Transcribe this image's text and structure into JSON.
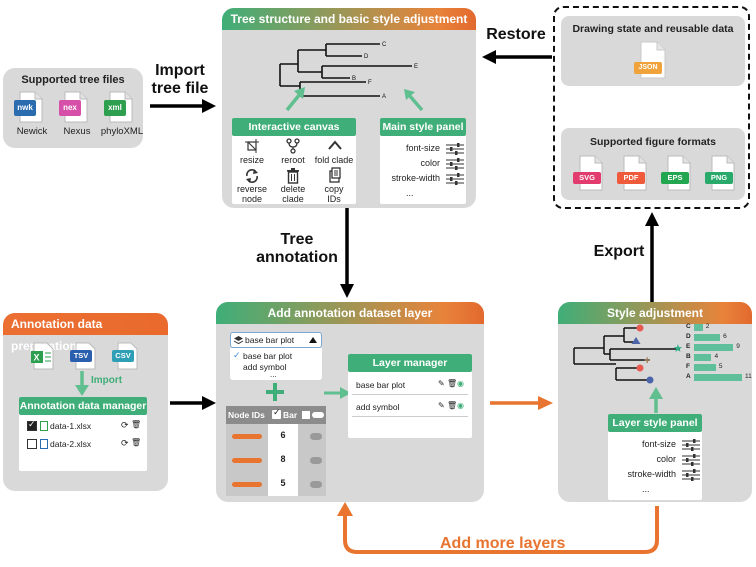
{
  "supported_tree_files": {
    "title": "Supported tree files",
    "files": [
      {
        "badge": "nwk",
        "label": "Newick",
        "color": "#2b6cb0"
      },
      {
        "badge": "nex",
        "label": "Nexus",
        "color": "#d64fa8"
      },
      {
        "badge": "xml",
        "label": "phyloXML",
        "color": "#2e9e4f"
      }
    ]
  },
  "arrows": {
    "import_tree": "Import\ntree file",
    "restore": "Restore",
    "tree_annotation": "Tree\nannotation",
    "export": "Export",
    "add_more_layers": "Add more layers"
  },
  "tree_panel": {
    "title": "Tree structure and basic style adjustment",
    "leaves": [
      "C",
      "D",
      "E",
      "B",
      "F",
      "A"
    ],
    "canvas": {
      "title": "Interactive canvas",
      "tools": [
        "resize",
        "reroot",
        "fold clade",
        "reverse\nnode",
        "delete\nclade",
        "copy\nIDs"
      ]
    },
    "style_panel": {
      "title": "Main style panel",
      "items": [
        "font-size",
        "color",
        "stroke-width",
        "..."
      ]
    }
  },
  "drawing_state": {
    "title": "Drawing state and reusable data",
    "json_badge": "JSON"
  },
  "figure_formats": {
    "title": "Supported figure formats",
    "formats": [
      {
        "label": "SVG",
        "color": "#e23b6e"
      },
      {
        "label": "PDF",
        "color": "#ef5a3b"
      },
      {
        "label": "EPS",
        "color": "#22a64f"
      },
      {
        "label": "PNG",
        "color": "#29a96a"
      }
    ]
  },
  "annotation_prep": {
    "title": "Annotation data preparation",
    "import_label": "Import",
    "file_badges": [
      "TSV",
      "CSV"
    ],
    "manager": {
      "title": "Annotation data manager",
      "files": [
        {
          "name": "data-1.xlsx",
          "checked": true
        },
        {
          "name": "data-2.xlsx",
          "checked": false
        }
      ]
    }
  },
  "dataset_layer": {
    "title": "Add annotation dataset layer",
    "dropdown_value": "base bar plot",
    "dropdown_options": [
      "base bar plot",
      "add symbol",
      "..."
    ],
    "table": {
      "col_node": "Node IDs",
      "col_bar": "Bar",
      "values": [
        "6",
        "8",
        "5"
      ]
    },
    "layer_manager": {
      "title": "Layer manager",
      "layers": [
        "base bar plot",
        "add symbol"
      ]
    }
  },
  "style_adjustment": {
    "title": "Style adjustment",
    "bars": [
      {
        "leaf": "C",
        "value": "2"
      },
      {
        "leaf": "D",
        "value": "6"
      },
      {
        "leaf": "E",
        "value": "9"
      },
      {
        "leaf": "B",
        "value": "4"
      },
      {
        "leaf": "F",
        "value": "5"
      },
      {
        "leaf": "A",
        "value": "11"
      }
    ],
    "layer_style_panel": {
      "title": "Layer style panel",
      "items": [
        "font-size",
        "color",
        "stroke-width",
        "..."
      ]
    }
  },
  "colors": {
    "green": "#3fae78",
    "orange": "#e8742f",
    "panel": "#d9d9d9",
    "bar": "#5fbf9b"
  }
}
